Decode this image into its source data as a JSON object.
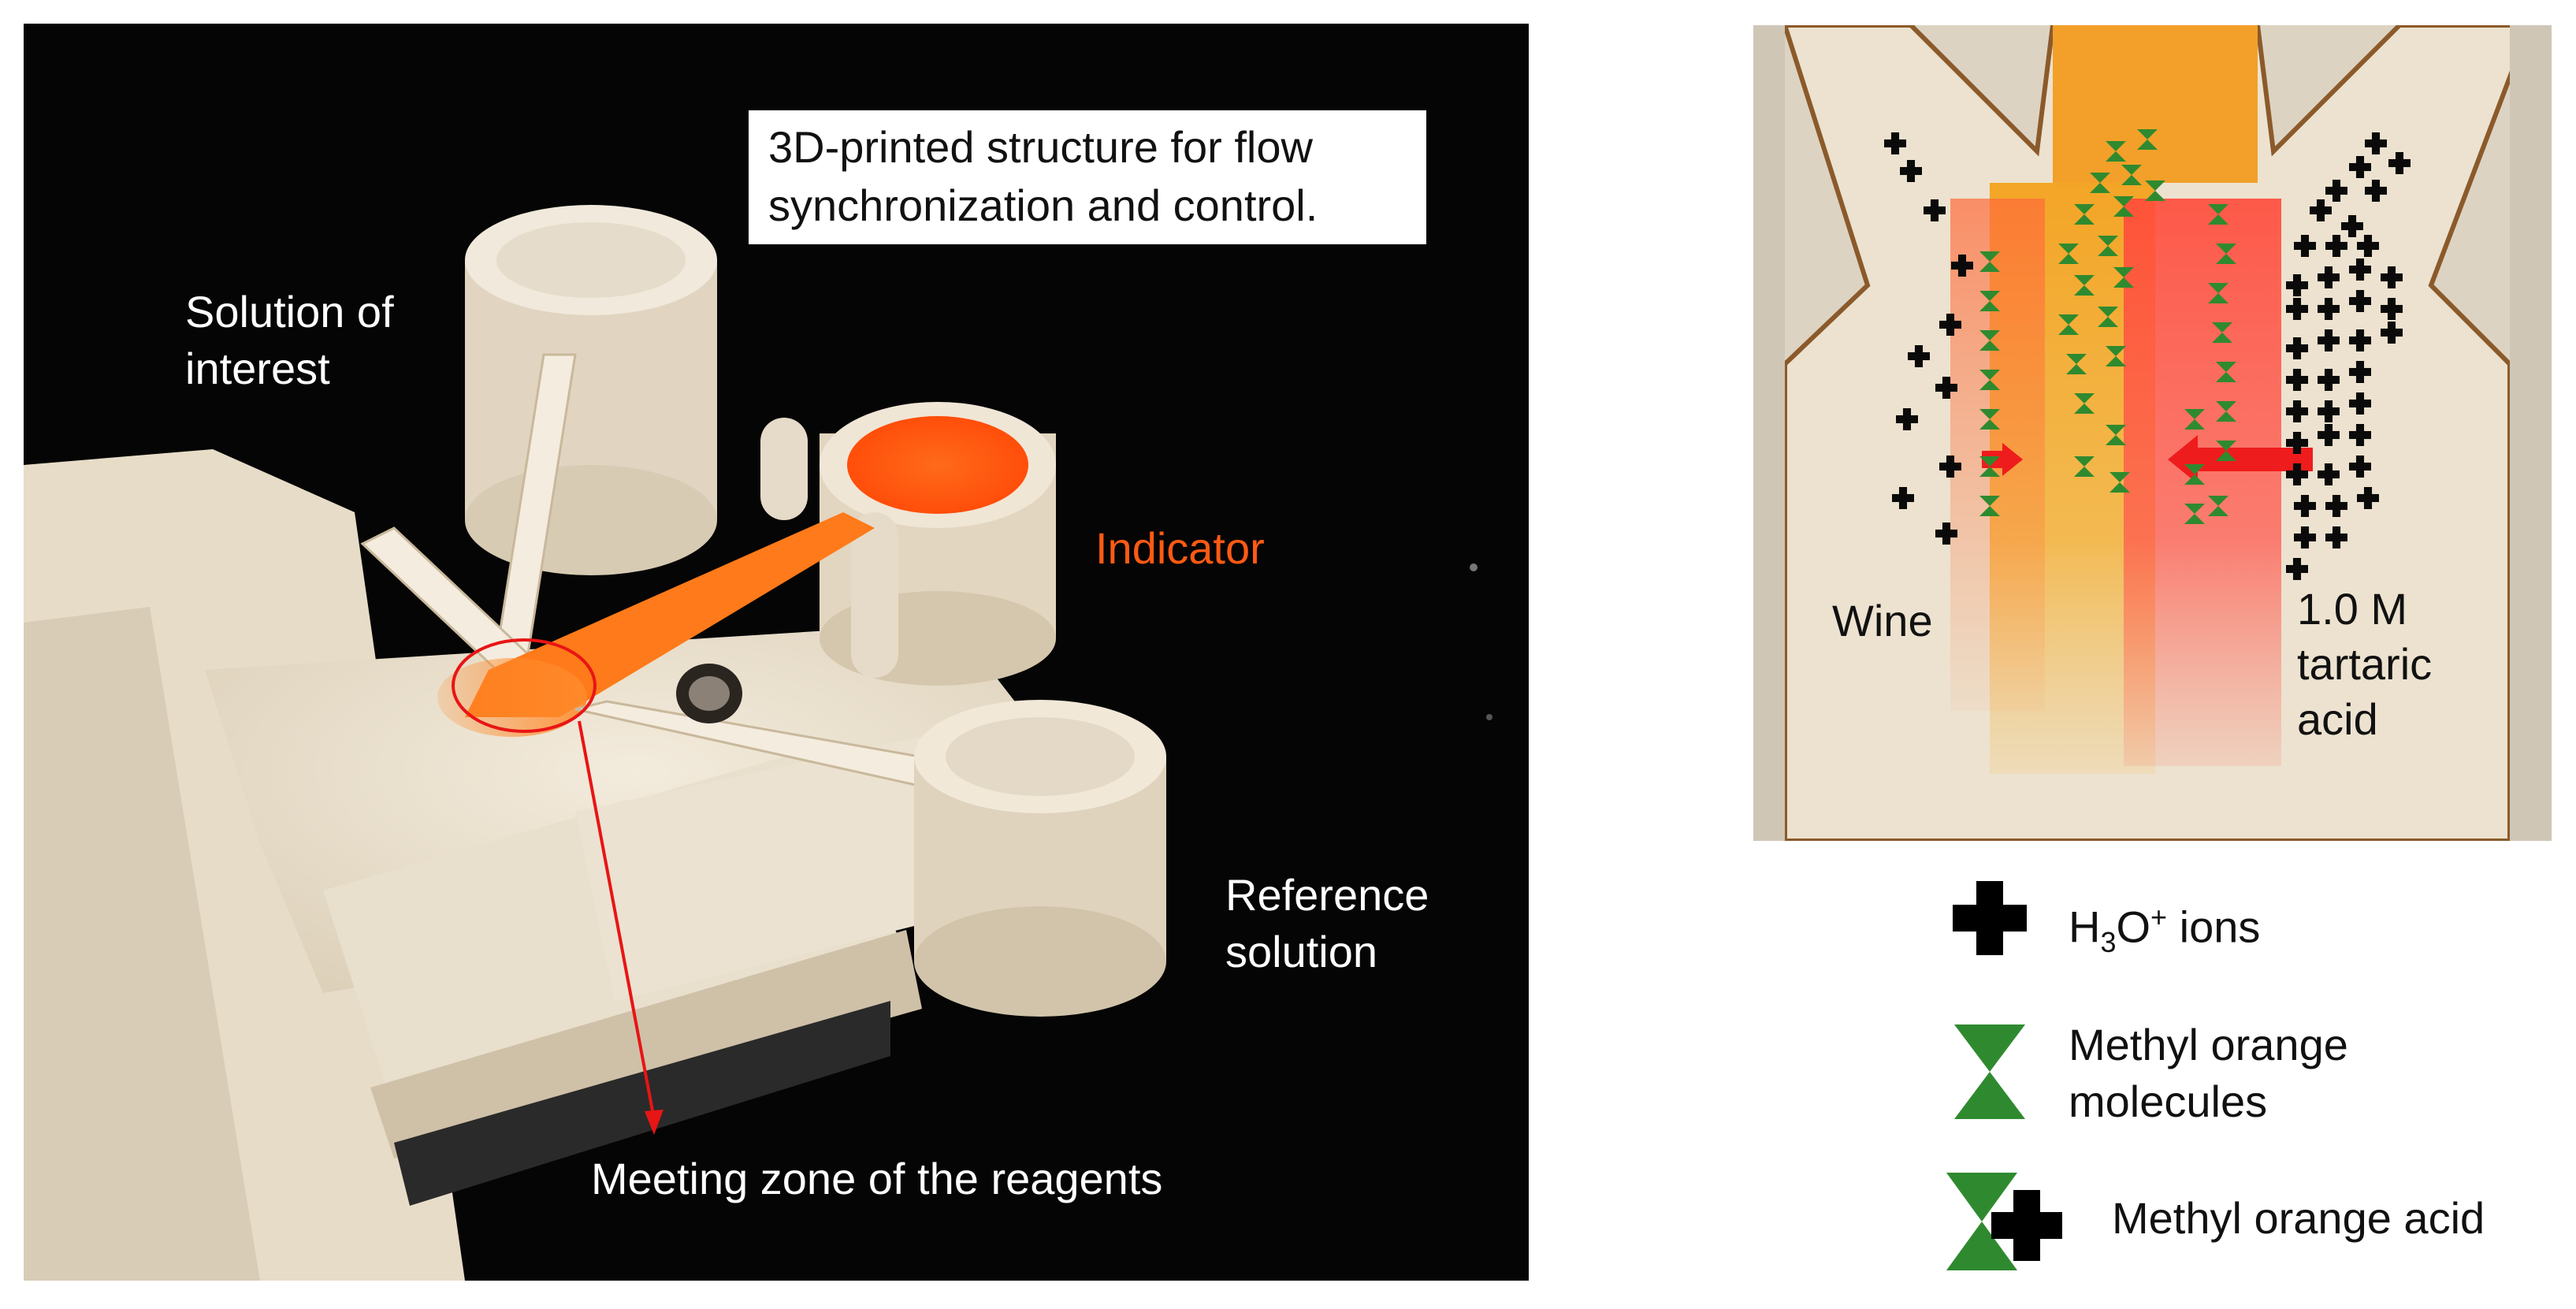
{
  "left_photo": {
    "caption": "3D-printed structure for flow\nsynchronization and control.",
    "label_solution_of_interest": "Solution of\ninterest",
    "label_indicator": "Indicator",
    "label_reference_solution": "Reference\nsolution",
    "label_meeting_zone": "Meeting zone of the reagents",
    "colors": {
      "indicator": "#ff5a14",
      "background": "#050505",
      "device": "#efe6d6",
      "annotation": "#e81515"
    }
  },
  "right_photo": {
    "label_wine": "Wine",
    "label_acid_line1": "1.0 M",
    "label_acid_line2": "tartaric",
    "label_acid_line3": "acid",
    "colors": {
      "plus": "#0a0a0a",
      "hourglass": "#2f8a2f",
      "arrow": "#ee1c1c"
    }
  },
  "legend": {
    "item1_prefix": "H",
    "item1_sub": "3",
    "item1_mid": "O",
    "item1_sup": "+",
    "item1_suffix": " ions",
    "item2_line1": "Methyl orange",
    "item2_line2": "molecules",
    "item3": "Methyl orange acid"
  }
}
